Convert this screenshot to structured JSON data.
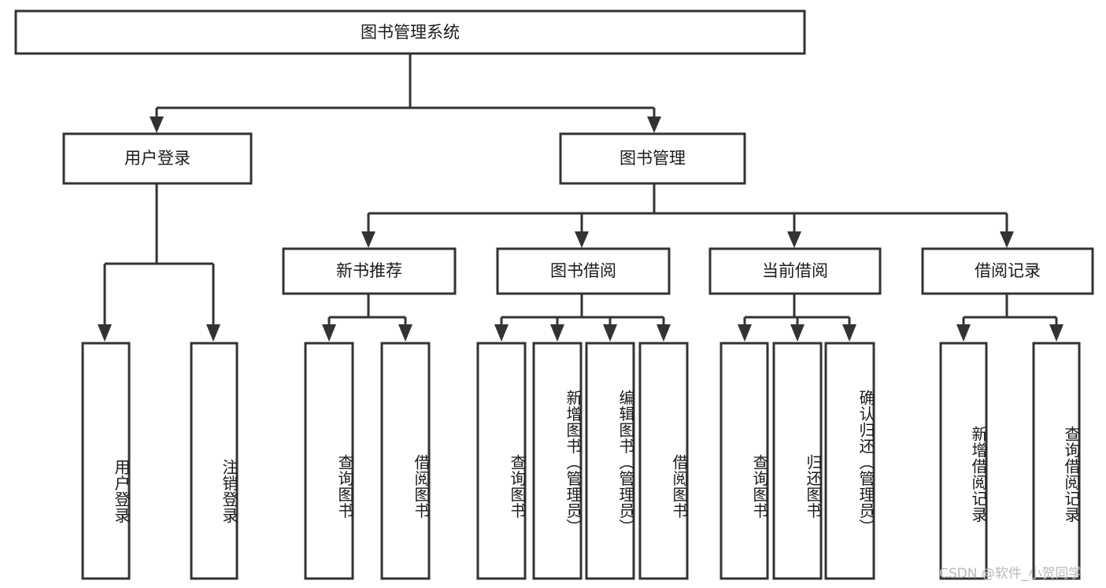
{
  "diagram": {
    "title": "图书管理系统",
    "type": "tree-hierarchy-functional-decomposition",
    "root": {
      "label": "图书管理系统"
    },
    "level2": [
      {
        "label": "用户登录"
      },
      {
        "label": "图书管理"
      }
    ],
    "level3": [
      {
        "label": "新书推荐"
      },
      {
        "label": "图书借阅"
      },
      {
        "label": "当前借阅"
      },
      {
        "label": "借阅记录"
      }
    ],
    "leaves": {
      "user_login": [
        {
          "label": "用户登录"
        },
        {
          "label": "注销登录"
        }
      ],
      "new_book_recommend": [
        {
          "label": "查询图书"
        },
        {
          "label": "借阅图书"
        }
      ],
      "book_borrow": [
        {
          "label": "查询图书"
        },
        {
          "label": "新增图书（管理员）"
        },
        {
          "label": "编辑图书（管理员）"
        },
        {
          "label": "借阅图书"
        }
      ],
      "current_borrow": [
        {
          "label": "查询图书"
        },
        {
          "label": "归还图书"
        },
        {
          "label": "确认归还（管理员）"
        }
      ],
      "borrow_record": [
        {
          "label": "新增借阅记录"
        },
        {
          "label": "查询借阅记录"
        }
      ]
    },
    "watermark": "CSDN @软件_小贺同学",
    "colors": {
      "stroke": "#333333",
      "box_fill": "#ffffff",
      "text": "#1a1a1a",
      "watermark": "#b9b9b9",
      "background": "#ffffff"
    }
  }
}
